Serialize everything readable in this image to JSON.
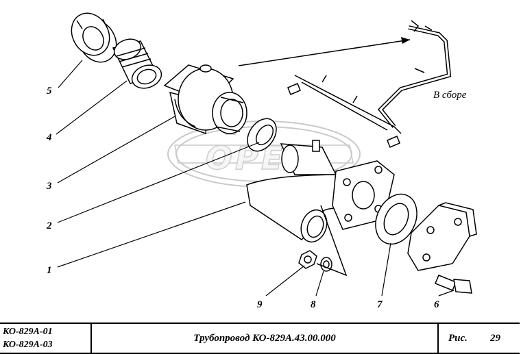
{
  "diagram": {
    "callouts": [
      "1",
      "2",
      "3",
      "4",
      "5",
      "6",
      "7",
      "8",
      "9"
    ],
    "assembly_caption": "В сборе",
    "watermark": "OPEX"
  },
  "title_block": {
    "model_1": "КО-829А-01",
    "model_2": "КО-829А-03",
    "title": "Трубопровод КО-829А.43.00.000",
    "fig_label": "Рис.",
    "fig_number": "29"
  }
}
